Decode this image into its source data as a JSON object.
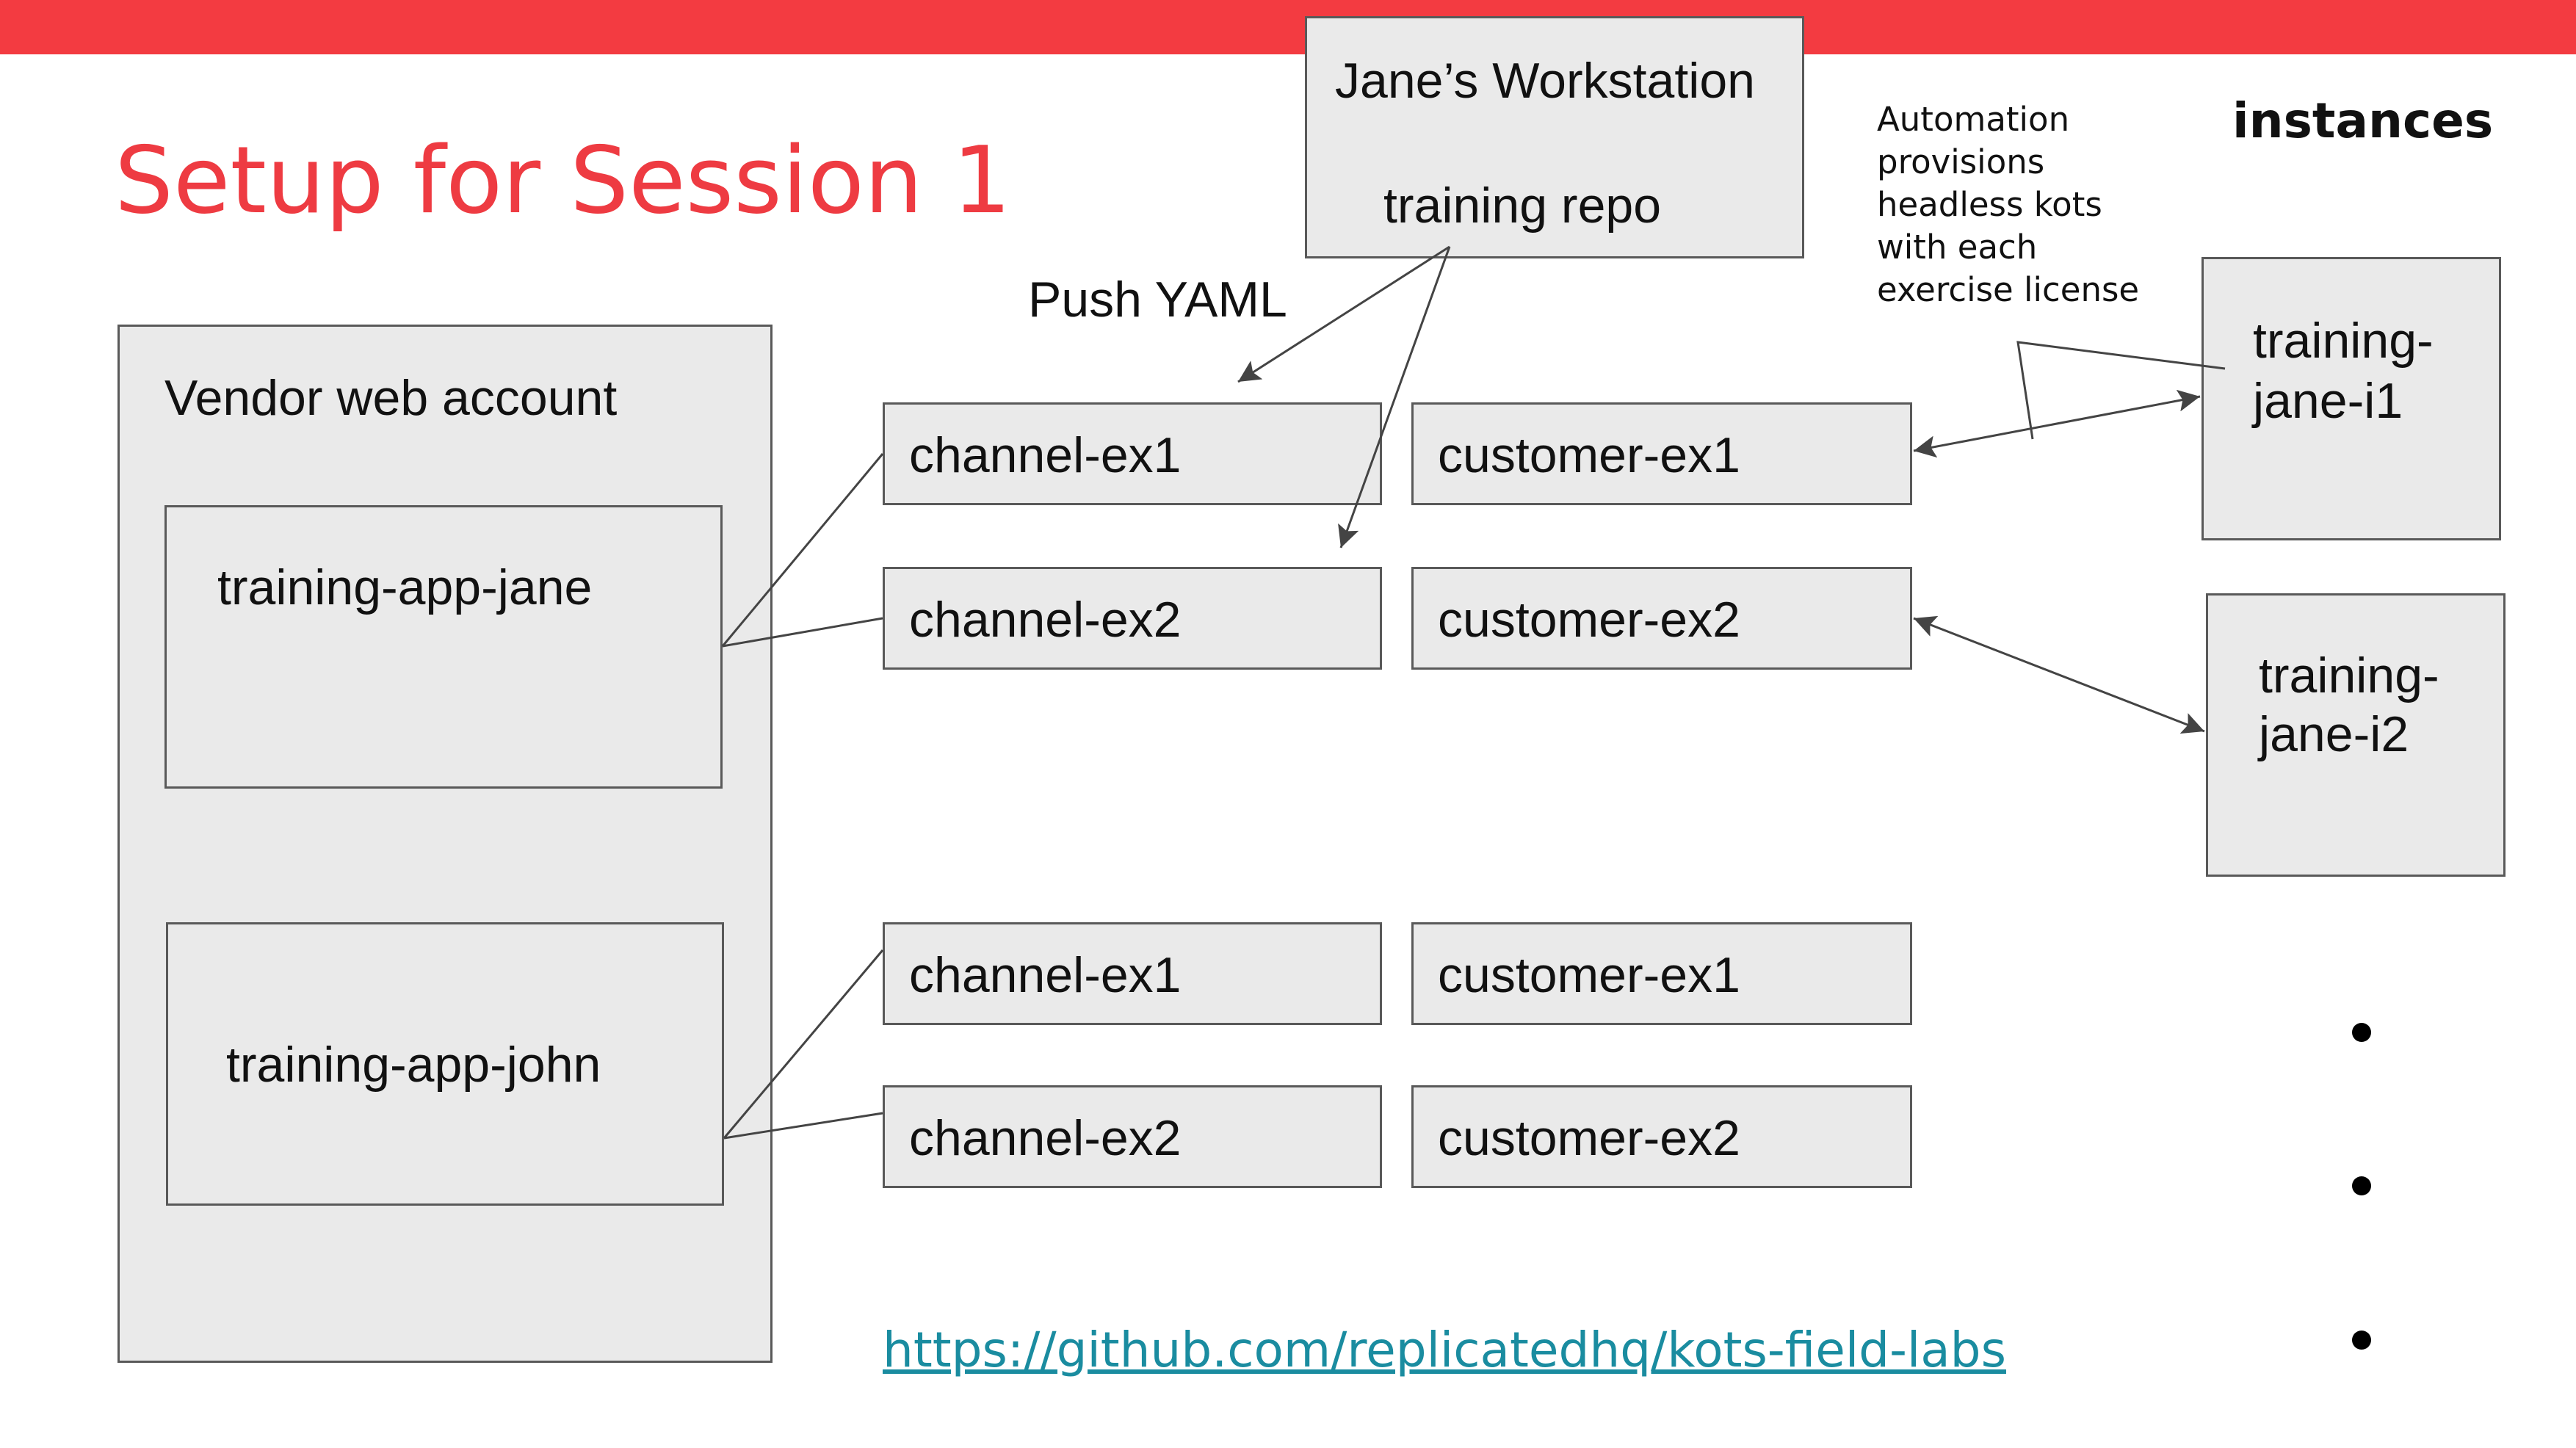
{
  "slide": {
    "title": "Setup for Session 1",
    "accent_color": "#f33b41"
  },
  "vendor": {
    "label": "Vendor web account",
    "apps": [
      {
        "name": "training-app-jane"
      },
      {
        "name": "training-app-john"
      }
    ]
  },
  "workstation": {
    "title": "Jane’s Workstation",
    "repo": "training repo"
  },
  "push_label": "Push YAML",
  "rows": [
    {
      "channel": "channel-ex1",
      "customer": "customer-ex1"
    },
    {
      "channel": "channel-ex2",
      "customer": "customer-ex2"
    },
    {
      "channel": "channel-ex1",
      "customer": "customer-ex1"
    },
    {
      "channel": "channel-ex2",
      "customer": "customer-ex2"
    }
  ],
  "automation_note": [
    "Automation",
    "provisions",
    "headless kots",
    "with each",
    "exercise license"
  ],
  "instances": {
    "header": "instances",
    "items": [
      {
        "line1": "training-",
        "line2": "jane-i1"
      },
      {
        "line1": "training-",
        "line2": "jane-i2"
      }
    ]
  },
  "link": "https://github.com/replicatedhq/kots-field-labs"
}
